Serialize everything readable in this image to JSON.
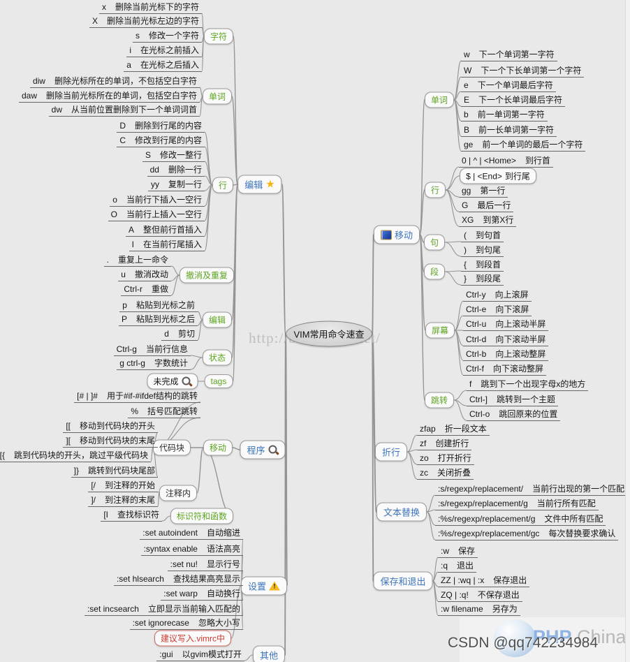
{
  "center": {
    "title": "VIM常用命令速查"
  },
  "colors": {
    "green": "#5da421",
    "blue": "#3d74bd",
    "red": "#cc3a2f"
  },
  "watermarks": {
    "url": "http://blog.csdn.net/",
    "csdn": "CSDN @qq742234984",
    "logo_php": "PHP",
    "logo_china": "China"
  },
  "special": {
    "notdone": "未完成"
  },
  "groups": {
    "editmain": {
      "label": "编辑"
    },
    "char": {
      "label": "字符",
      "items": [
        {
          "k": "x",
          "d": "删除当前光标下的字符"
        },
        {
          "k": "X",
          "d": "删除当前光标左边的字符"
        },
        {
          "k": "s",
          "d": "修改一个字符"
        },
        {
          "k": "i",
          "d": "在光标之前插入"
        },
        {
          "k": "a",
          "d": "在光标之后插入"
        }
      ]
    },
    "word": {
      "label": "单词",
      "items": [
        {
          "k": "diw",
          "d": "删除光标所在的单词，不包括空白字符"
        },
        {
          "k": "daw",
          "d": "删除当前光标所在的单词，包括空白字符"
        },
        {
          "k": "dw",
          "d": "从当前位置删除到下一个单词词首"
        }
      ]
    },
    "line": {
      "label": "行",
      "items": [
        {
          "k": "D",
          "d": "删除到行尾的内容"
        },
        {
          "k": "C",
          "d": "修改到行尾的内容"
        },
        {
          "k": "S",
          "d": "修改一整行"
        },
        {
          "k": "dd",
          "d": "删除一行"
        },
        {
          "k": "yy",
          "d": "复制一行"
        },
        {
          "k": "o",
          "d": "当前行下插入一空行"
        },
        {
          "k": "O",
          "d": "当前行上插入一空行"
        },
        {
          "k": "A",
          "d": "整但前行首插入"
        },
        {
          "k": "I",
          "d": "在当前行尾插入"
        }
      ]
    },
    "undo": {
      "label": "撤消及重复",
      "items": [
        {
          "k": ".",
          "d": "重复上一命令"
        },
        {
          "k": "u",
          "d": "撤消改动"
        },
        {
          "k": "Ctrl-r",
          "d": "重做"
        }
      ]
    },
    "edit2": {
      "label": "编辑",
      "items": [
        {
          "k": "p",
          "d": "粘贴到光标之前"
        },
        {
          "k": "P",
          "d": "粘贴到光标之后"
        },
        {
          "k": "d",
          "d": "剪切"
        }
      ]
    },
    "status": {
      "label": "状态",
      "items": [
        {
          "k": "Ctrl-g",
          "d": "当前行信息"
        },
        {
          "k": "g ctrl-g",
          "d": "字数统计"
        }
      ]
    },
    "tags": {
      "label": "tags"
    },
    "prog": {
      "label": "程序"
    },
    "movel": {
      "label": "移动"
    },
    "code": {
      "label": "代码块",
      "items": [
        {
          "k": "[# | ]#",
          "d": "用于#if-#ifdef结构的跳转"
        },
        {
          "k": "%",
          "d": "括号匹配跳转"
        },
        {
          "k": "[[",
          "d": "移动到代码块的开头"
        },
        {
          "k": "][",
          "d": "移动到代码块的末尾"
        },
        {
          "k": "[{",
          "d": "跳到代码块的开头，跳过平级代码块"
        },
        {
          "k": "]}",
          "d": "跳转到代码块尾部"
        }
      ]
    },
    "comment": {
      "label": "注释内",
      "items": [
        {
          "k": "[/",
          "d": "到注释的开始"
        },
        {
          "k": "]/",
          "d": "到注释的末尾"
        }
      ]
    },
    "ident": {
      "label": "标识符和函数",
      "items": [
        {
          "k": "[I",
          "d": "查找标识符"
        }
      ]
    },
    "settings": {
      "label": "设置",
      "note": "建议写入.vimrc中",
      "items": [
        {
          "k": ":set autoindent",
          "d": "自动缩进"
        },
        {
          "k": ":syntax enable",
          "d": "语法高亮"
        },
        {
          "k": ":set nu!",
          "d": "显示行号"
        },
        {
          "k": ":set hlsearch",
          "d": "查找结果高亮显示"
        },
        {
          "k": ":set warp",
          "d": "自动换行"
        },
        {
          "k": ":set incsearch",
          "d": "立即显示当前输入匹配的"
        },
        {
          "k": ":set ignorecase",
          "d": "忽略大小写"
        }
      ]
    },
    "other": {
      "label": "其他",
      "items": [
        {
          "k": ":gui",
          "d": "以gvim模式打开"
        }
      ]
    },
    "mover": {
      "label": "移动"
    },
    "wordr": {
      "label": "单词",
      "items": [
        {
          "k": "w",
          "d": "下一个单词第一字符"
        },
        {
          "k": "W",
          "d": "下一个下长单词第一个字符"
        },
        {
          "k": "e",
          "d": "下一个单词最后字符"
        },
        {
          "k": "E",
          "d": "下一个长单词最后字符"
        },
        {
          "k": "b",
          "d": "前一单词第一字符"
        },
        {
          "k": "B",
          "d": "前一长单词第一字符"
        },
        {
          "k": "ge",
          "d": "前一个单词的最后一个字符"
        }
      ]
    },
    "liner": {
      "label": "行",
      "items": [
        {
          "k": "0 | ^ | <Home>",
          "d": "到行首"
        },
        {
          "k": "$ | <End>",
          "d": "到行尾"
        },
        {
          "k": "gg",
          "d": "第一行"
        },
        {
          "k": "G",
          "d": "最后一行"
        },
        {
          "k": "XG",
          "d": "到第X行"
        }
      ]
    },
    "sent": {
      "label": "句",
      "items": [
        {
          "k": "(",
          "d": "到句首"
        },
        {
          "k": ")",
          "d": "到句尾"
        }
      ]
    },
    "para": {
      "label": "段",
      "items": [
        {
          "k": "{",
          "d": "到段首"
        },
        {
          "k": "}",
          "d": "到段尾"
        }
      ]
    },
    "screen": {
      "label": "屏幕",
      "items": [
        {
          "k": "Ctrl-y",
          "d": "向上滚屏"
        },
        {
          "k": "Ctrl-e",
          "d": "向下滚屏"
        },
        {
          "k": "Ctrl-u",
          "d": "向上滚动半屏"
        },
        {
          "k": "Ctrl-d",
          "d": "向下滚动半屏"
        },
        {
          "k": "Ctrl-b",
          "d": "向上滚动整屏"
        },
        {
          "k": "Ctrl-f",
          "d": "向下滚动整屏"
        }
      ]
    },
    "jump": {
      "label": "跳转",
      "items": [
        {
          "k": "f",
          "d": "跳到下一个出现字母x的地方"
        },
        {
          "k": "Ctrl-]",
          "d": "跳转到一个主题"
        },
        {
          "k": "Ctrl-o",
          "d": "跳回原来的位置"
        }
      ]
    },
    "fold": {
      "label": "折行",
      "items": [
        {
          "k": "zfap",
          "d": "折一段文本"
        },
        {
          "k": "zf",
          "d": "创建折行"
        },
        {
          "k": "zo",
          "d": "打开折行"
        },
        {
          "k": "zc",
          "d": "关闭折叠"
        }
      ]
    },
    "replace": {
      "label": "文本替换",
      "items": [
        {
          "k": ":s/regexp/replacement/",
          "d": "当前行出现的第一个匹配"
        },
        {
          "k": ":s/regexp/replacement/g",
          "d": "当前行所有匹配"
        },
        {
          "k": ":%s/regexp/replacement/g",
          "d": "文件中所有匹配"
        },
        {
          "k": ":%s/regexp/replacement/gc",
          "d": "每次替换要求确认"
        }
      ]
    },
    "savequit": {
      "label": "保存和退出",
      "items": [
        {
          "k": ":w",
          "d": "保存"
        },
        {
          "k": ":q",
          "d": "退出"
        },
        {
          "k": "ZZ | :wq | :x",
          "d": "保存退出"
        },
        {
          "k": "ZQ | :q!",
          "d": "不保存退出"
        },
        {
          "k": ":w filename",
          "d": "另存为"
        }
      ]
    }
  }
}
